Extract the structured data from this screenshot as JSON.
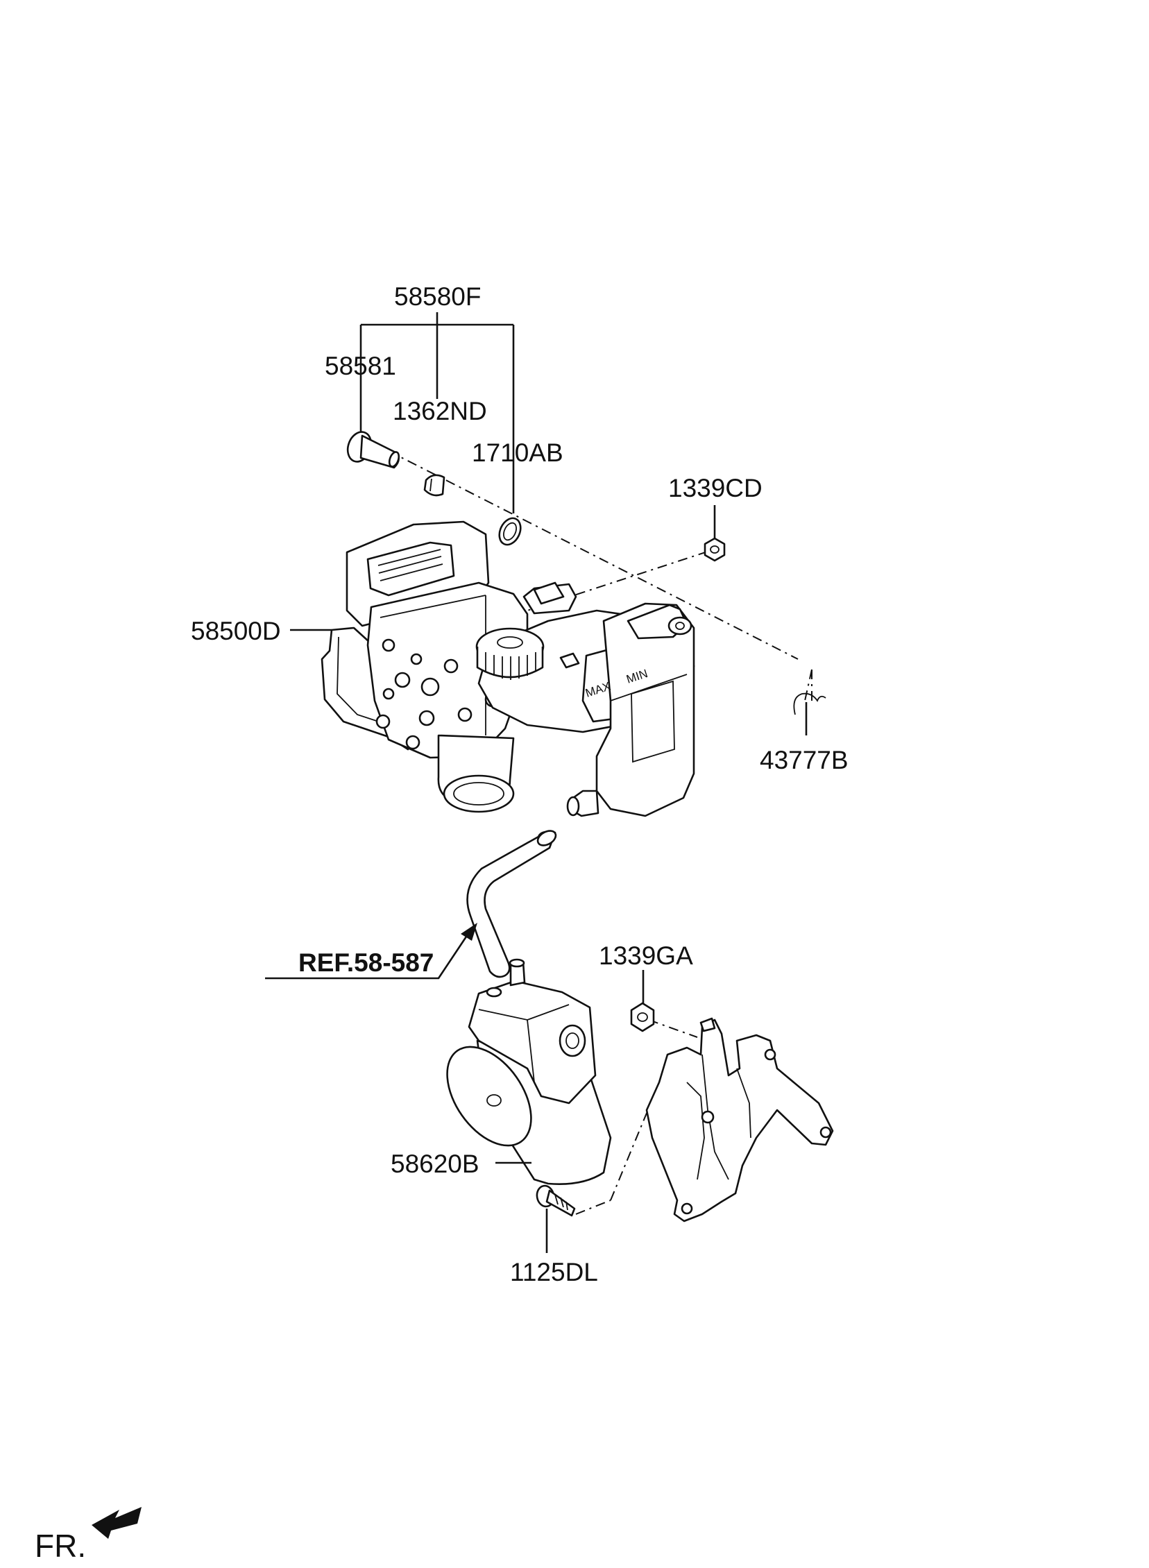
{
  "labels": {
    "assembly": "58580F",
    "bolt": "58581",
    "clip": "1362ND",
    "ring": "1710AB",
    "nut_top": "1339CD",
    "abs_unit": "58500D",
    "pin": "43777B",
    "reference": "REF.58-587",
    "nut_bracket": "1339GA",
    "pump_motor": "58620B",
    "bolt_bracket": "1125DL",
    "front_marker": "FR."
  },
  "reservoir_marks": {
    "max": "MAX",
    "min": "MIN"
  }
}
